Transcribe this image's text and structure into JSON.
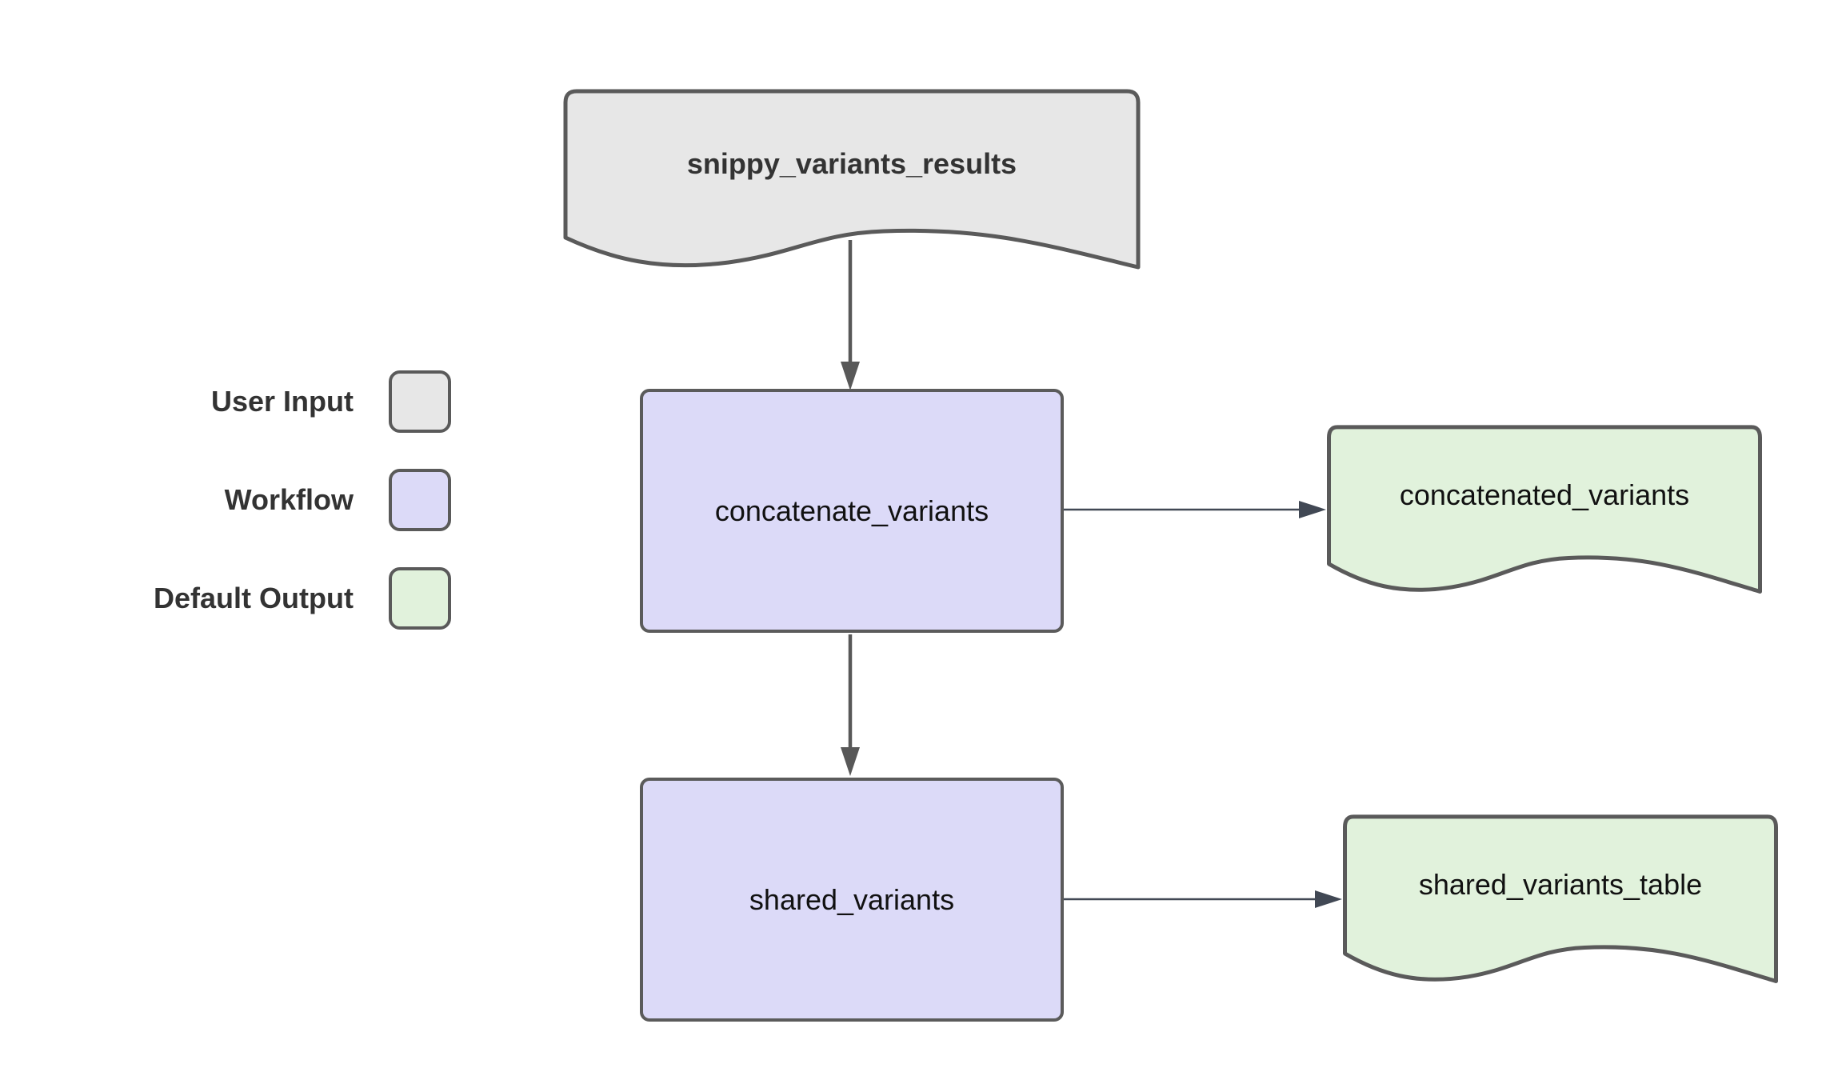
{
  "canvas": {
    "background": "#ffffff"
  },
  "legend": {
    "items": [
      {
        "label": "User Input",
        "color": "#e7e7e7"
      },
      {
        "label": "Workflow",
        "color": "#dcdaf8"
      },
      {
        "label": "Default Output",
        "color": "#e1f2dc"
      }
    ]
  },
  "nodes": {
    "input": {
      "label": "snippy_variants_results",
      "shape": "document",
      "fill": "#e7e7e7",
      "stroke": "#5a5a5a"
    },
    "concatenate": {
      "label": "concatenate_variants",
      "shape": "process",
      "fill": "#dcdaf8",
      "stroke": "#5b5b5b"
    },
    "concatenated_output": {
      "label": "concatenated_variants",
      "shape": "document",
      "fill": "#e1f2dc",
      "stroke": "#5a5a5a"
    },
    "shared": {
      "label": "shared_variants",
      "shape": "process",
      "fill": "#dcdaf8",
      "stroke": "#5b5b5b"
    },
    "shared_table_output": {
      "label": "shared_variants_table",
      "shape": "document",
      "fill": "#e1f2dc",
      "stroke": "#5a5a5a"
    }
  },
  "edges": [
    {
      "from": "input",
      "to": "concatenate",
      "direction": "down"
    },
    {
      "from": "concatenate",
      "to": "concatenated_output",
      "direction": "right"
    },
    {
      "from": "concatenate",
      "to": "shared",
      "direction": "down"
    },
    {
      "from": "shared",
      "to": "shared_table_output",
      "direction": "right"
    }
  ],
  "colors": {
    "flow_arrow": "#585858",
    "output_arrow": "#414854",
    "node_border": "#5a5a5a",
    "node_text": "#111111",
    "label_text": "#333333"
  }
}
